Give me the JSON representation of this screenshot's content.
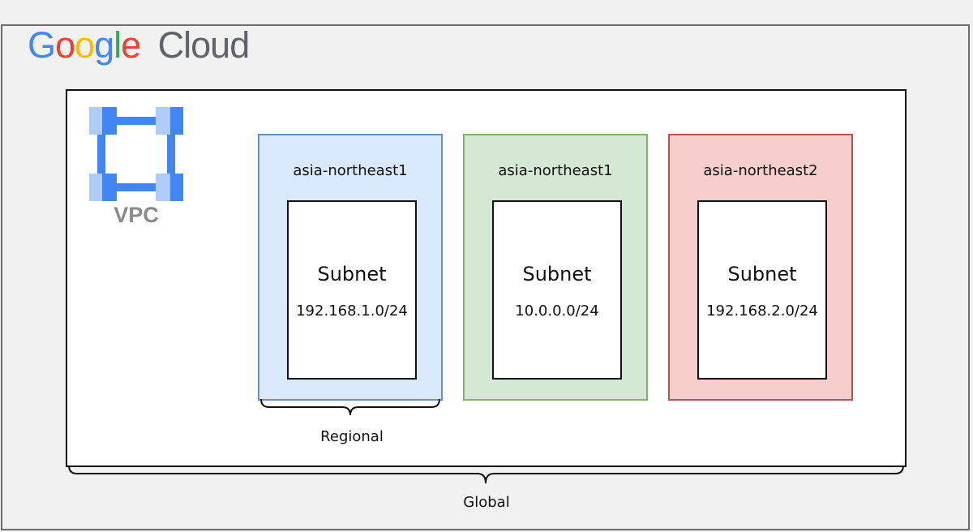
{
  "logo": {
    "google": [
      "G",
      "o",
      "o",
      "g",
      "l",
      "e"
    ],
    "google_colors": [
      "#4285f4",
      "#ea4335",
      "#fbbc05",
      "#4285f4",
      "#34a853",
      "#ea4335"
    ],
    "cloud": "Cloud"
  },
  "vpc": {
    "label": "VPC",
    "icon": "vpc-network-icon",
    "icon_colors": {
      "node_light": "#aecbfa",
      "node_dark": "#4285f4",
      "link": "#4285f4"
    }
  },
  "regions": [
    {
      "name": "asia-northeast1",
      "subnet": {
        "label": "Subnet",
        "cidr": "192.168.1.0/24"
      },
      "fill": "#dae8fc",
      "stroke": "#6c8ebf"
    },
    {
      "name": "asia-northeast1",
      "subnet": {
        "label": "Subnet",
        "cidr": "10.0.0.0/24"
      },
      "fill": "#d5e8d4",
      "stroke": "#82b366"
    },
    {
      "name": "asia-northeast2",
      "subnet": {
        "label": "Subnet",
        "cidr": "192.168.2.0/24"
      },
      "fill": "#f8cecc",
      "stroke": "#b85450"
    }
  ],
  "scopes": {
    "regional": "Regional",
    "global": "Global"
  }
}
